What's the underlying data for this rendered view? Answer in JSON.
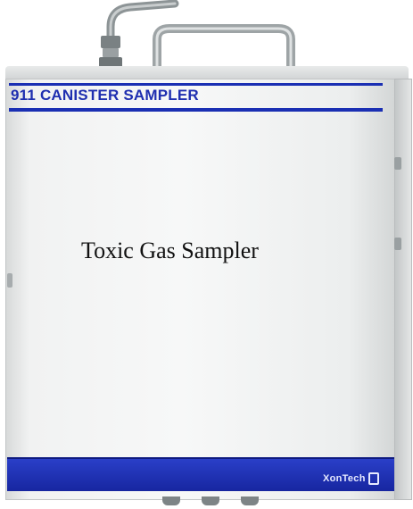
{
  "device": {
    "product_title": "911 CANISTER SAMPLER",
    "caption": "Toxic Gas Sampler",
    "logo_text": "XonTech",
    "colors": {
      "brand_blue": "#1a2fb3",
      "band_blue": "#2a3fc8",
      "panel": "#f1f2f2"
    }
  }
}
